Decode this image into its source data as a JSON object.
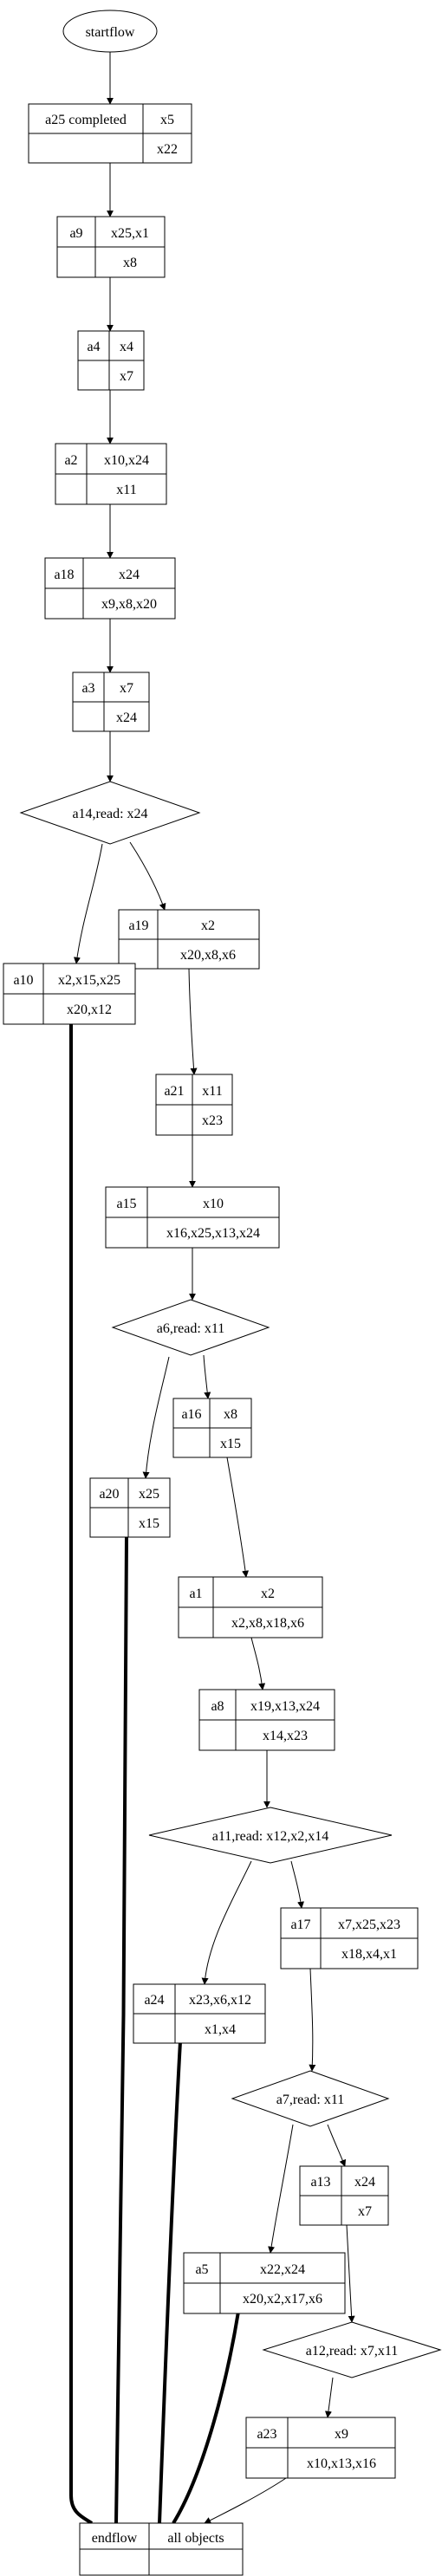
{
  "diagram": {
    "start": {
      "label": "startflow"
    },
    "end": {
      "left": "endflow",
      "right": "all objects"
    },
    "records": {
      "a25": {
        "id": "a25 completed",
        "top": "x5",
        "bottom": "x22"
      },
      "a9": {
        "id": "a9",
        "top": "x25,x1",
        "bottom": "x8"
      },
      "a4": {
        "id": "a4",
        "top": "x4",
        "bottom": "x7"
      },
      "a2": {
        "id": "a2",
        "top": "x10,x24",
        "bottom": "x11"
      },
      "a18": {
        "id": "a18",
        "top": "x24",
        "bottom": "x9,x8,x20"
      },
      "a3": {
        "id": "a3",
        "top": "x7",
        "bottom": "x24"
      },
      "a19": {
        "id": "a19",
        "top": "x2",
        "bottom": "x20,x8,x6"
      },
      "a10": {
        "id": "a10",
        "top": "x2,x15,x25",
        "bottom": "x20,x12"
      },
      "a21": {
        "id": "a21",
        "top": "x11",
        "bottom": "x23"
      },
      "a15": {
        "id": "a15",
        "top": "x10",
        "bottom": "x16,x25,x13,x24"
      },
      "a16": {
        "id": "a16",
        "top": "x8",
        "bottom": "x15"
      },
      "a20": {
        "id": "a20",
        "top": "x25",
        "bottom": "x15"
      },
      "a1": {
        "id": "a1",
        "top": "x2",
        "bottom": "x2,x8,x18,x6"
      },
      "a8": {
        "id": "a8",
        "top": "x19,x13,x24",
        "bottom": "x14,x23"
      },
      "a17": {
        "id": "a17",
        "top": "x7,x25,x23",
        "bottom": "x18,x4,x1"
      },
      "a24": {
        "id": "a24",
        "top": "x23,x6,x12",
        "bottom": "x1,x4"
      },
      "a13": {
        "id": "a13",
        "top": "x24",
        "bottom": "x7"
      },
      "a5": {
        "id": "a5",
        "top": "x22,x24",
        "bottom": "x20,x2,x17,x6"
      },
      "a23": {
        "id": "a23",
        "top": "x9",
        "bottom": "x10,x13,x16"
      }
    },
    "decisions": {
      "a14": "a14,read: x24",
      "a6": "a6,read: x11",
      "a11": "a11,read: x12,x2,x14",
      "a7": "a7,read: x11",
      "a12": "a12,read: x7,x11"
    }
  }
}
